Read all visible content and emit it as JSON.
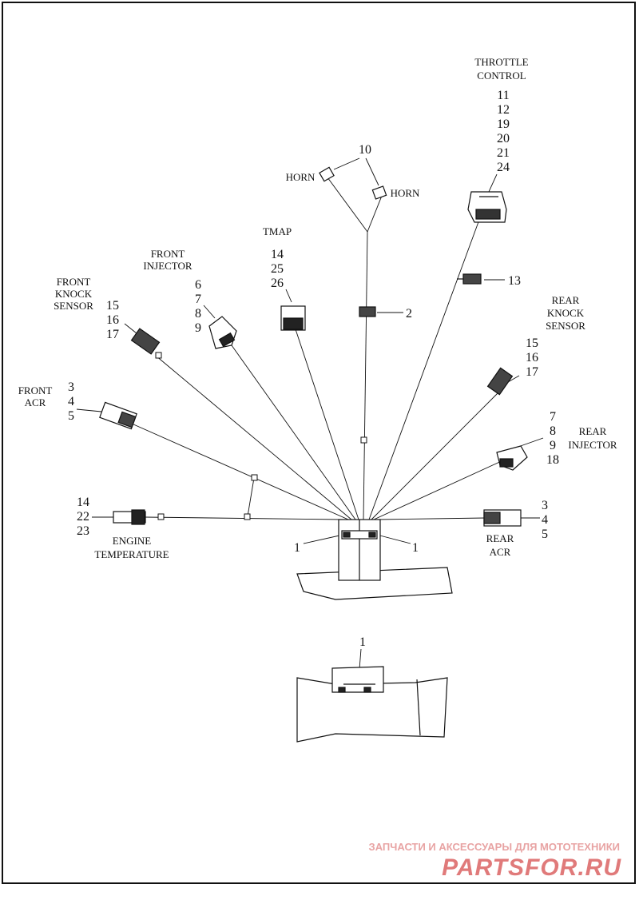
{
  "labels": {
    "throttle_l1": "THROTTLE",
    "throttle_l2": "CONTROL",
    "horn_left": "HORN",
    "horn_right": "HORN",
    "tmap": "TMAP",
    "front_injector_l1": "FRONT",
    "front_injector_l2": "INJECTOR",
    "front_knock_l1": "FRONT",
    "front_knock_l2": "KNOCK",
    "front_knock_l3": "SENSOR",
    "front_acr_l1": "FRONT",
    "front_acr_l2": "ACR",
    "rear_knock_l1": "REAR",
    "rear_knock_l2": "KNOCK",
    "rear_knock_l3": "SENSOR",
    "rear_injector_l1": "REAR",
    "rear_injector_l2": "INJECTOR",
    "rear_acr_l1": "REAR",
    "rear_acr_l2": "ACR",
    "engine_temp_l1": "ENGINE",
    "engine_temp_l2": "TEMPERATURE"
  },
  "callouts": {
    "throttle": [
      "11",
      "12",
      "19",
      "20",
      "21",
      "24"
    ],
    "horn": "10",
    "tmap": [
      "14",
      "25",
      "26"
    ],
    "front_injector": [
      "6",
      "7",
      "8",
      "9"
    ],
    "front_knock": [
      "15",
      "16",
      "17"
    ],
    "front_acr": [
      "3",
      "4",
      "5"
    ],
    "engine_temp": [
      "14",
      "22",
      "23"
    ],
    "rear_knock": [
      "15",
      "16",
      "17"
    ],
    "rear_injector": [
      "7",
      "8",
      "9",
      "18"
    ],
    "rear_acr": [
      "3",
      "4",
      "5"
    ],
    "part_13": "13",
    "part_2": "2",
    "part_1_left": "1",
    "part_1_right": "1",
    "part_1_detail": "1"
  },
  "watermark": {
    "line1": "ЗАПЧАСТИ И АКСЕССУАРЫ ДЛЯ МОТОТЕХНИКИ",
    "line2": "PARTSFOR.RU"
  }
}
